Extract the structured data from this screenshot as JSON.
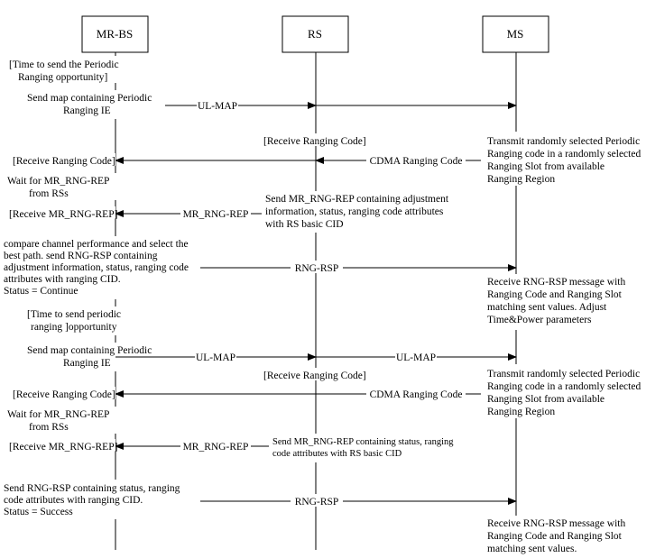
{
  "participants": {
    "mrbs": "MR-BS",
    "rs": "RS",
    "ms": "MS"
  },
  "notes": {
    "n1": [
      "[Time to send the Periodic",
      "Ranging opportunity]"
    ],
    "n2": [
      "Send map containing Periodic",
      "Ranging IE"
    ],
    "n3": [
      "[Receive Ranging Code]"
    ],
    "n4": [
      "[Receive Ranging Code]"
    ],
    "n5": [
      "Transmit randomly selected Periodic",
      "Ranging code in a randomly selected",
      "Ranging Slot from available",
      "Ranging Region"
    ],
    "n6": [
      "Wait for MR_RNG-REP",
      "from RSs"
    ],
    "n7": [
      "Send MR_RNG-REP  containing adjustment",
      "information, status, ranging code attributes",
      "with RS basic CID"
    ],
    "n8": [
      "[Receive MR_RNG-REP]"
    ],
    "n9": [
      "compare channel performance and select the",
      "best path. send RNG-RSP containing",
      "adjustment information, status, ranging code",
      "attributes with ranging CID.",
      "Status = Continue"
    ],
    "n10": [
      "Receive RNG-RSP message with",
      "Ranging Code and Ranging Slot",
      "matching sent values. Adjust",
      "Time&Power parameters"
    ],
    "n11": [
      "[Time to send periodic",
      "ranging ]opportunity"
    ],
    "n12": [
      "Send map containing Periodic",
      "Ranging IE"
    ],
    "n13": [
      "[Receive Ranging Code]"
    ],
    "n14": [
      "Transmit randomly selected Periodic",
      "Ranging code in a randomly selected",
      "Ranging Slot from available",
      "Ranging Region"
    ],
    "n15": [
      "[Receive Ranging Code]"
    ],
    "n16": [
      "Wait for MR_RNG-REP",
      "from RSs"
    ],
    "n17": [
      "Send MR_RNG-REP  containing status, ranging",
      "code attributes with RS basic CID"
    ],
    "n18": [
      "[Receive MR_RNG-REP]"
    ],
    "n19": [
      "Send RNG-RSP containing status, ranging",
      "code attributes with ranging CID.",
      "Status = Success"
    ],
    "n20": [
      "Receive RNG-RSP message with",
      "Ranging Code and Ranging Slot",
      "matching sent values."
    ]
  },
  "messages": {
    "m1": "UL-MAP",
    "m2": "CDMA Ranging Code",
    "m3": "MR_RNG-REP",
    "m4": "RNG-RSP",
    "m5": "UL-MAP",
    "m6": "UL-MAP",
    "m7": "CDMA Ranging Code",
    "m8": "MR_RNG-REP",
    "m9": "RNG-RSP"
  }
}
